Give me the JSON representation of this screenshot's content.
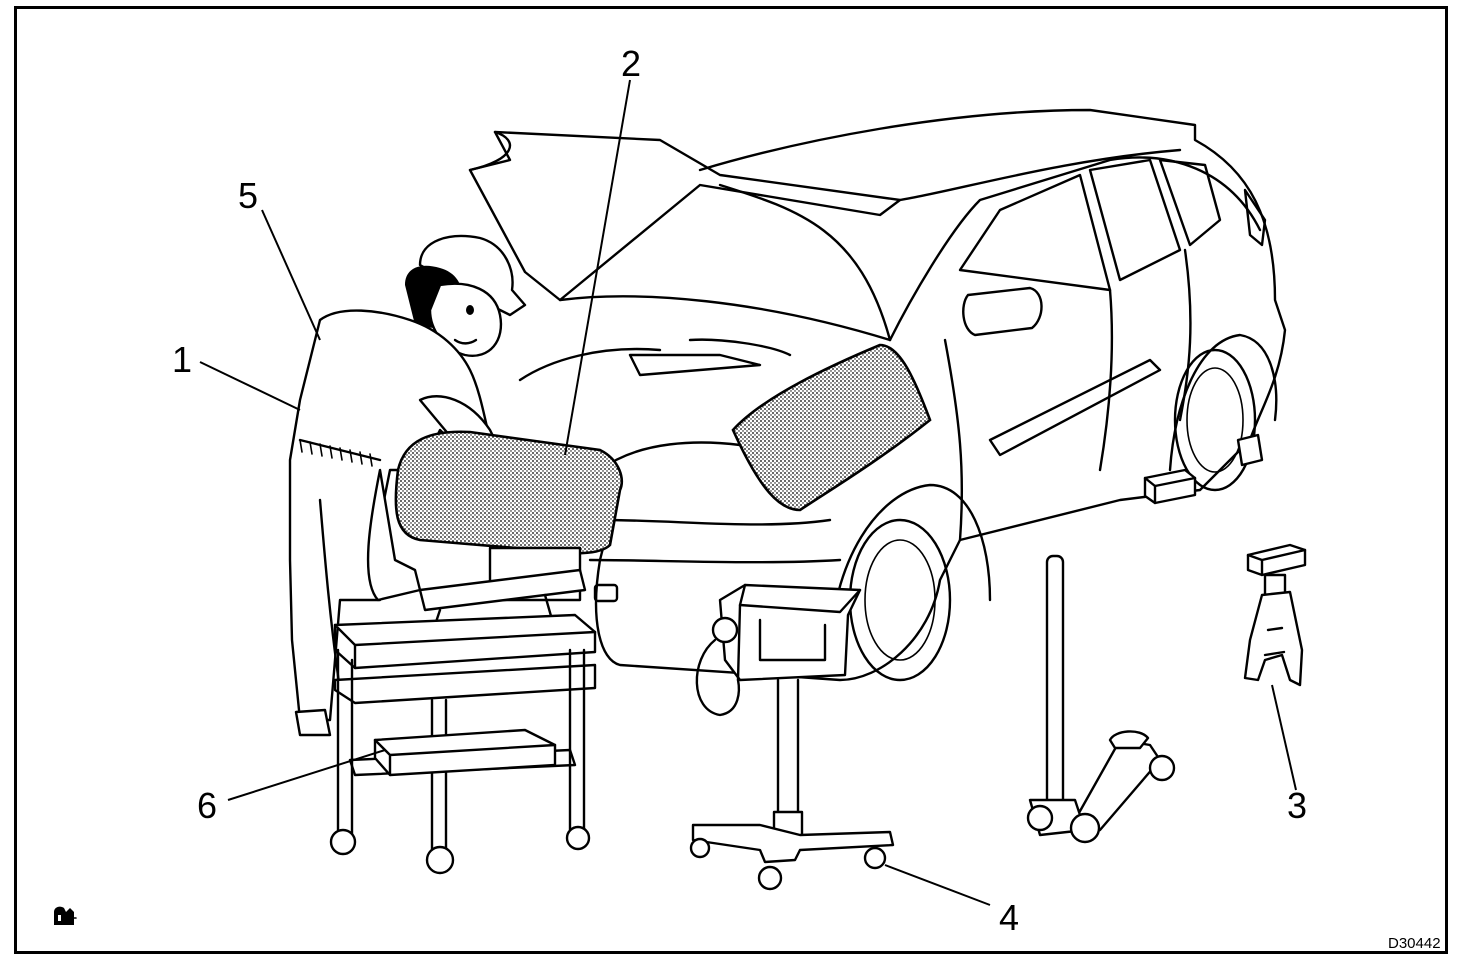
{
  "figure": {
    "code": "D30442",
    "corner_mark_icon": "workbook-stamp-icon"
  },
  "callouts": [
    {
      "id": "1",
      "label": "1"
    },
    {
      "id": "2",
      "label": "2"
    },
    {
      "id": "3",
      "label": "3"
    },
    {
      "id": "4",
      "label": "4"
    },
    {
      "id": "5",
      "label": "5"
    },
    {
      "id": "6",
      "label": "6"
    }
  ],
  "colors": {
    "line": "#000000",
    "background": "#ffffff",
    "stipple": "#8a8a8a"
  }
}
